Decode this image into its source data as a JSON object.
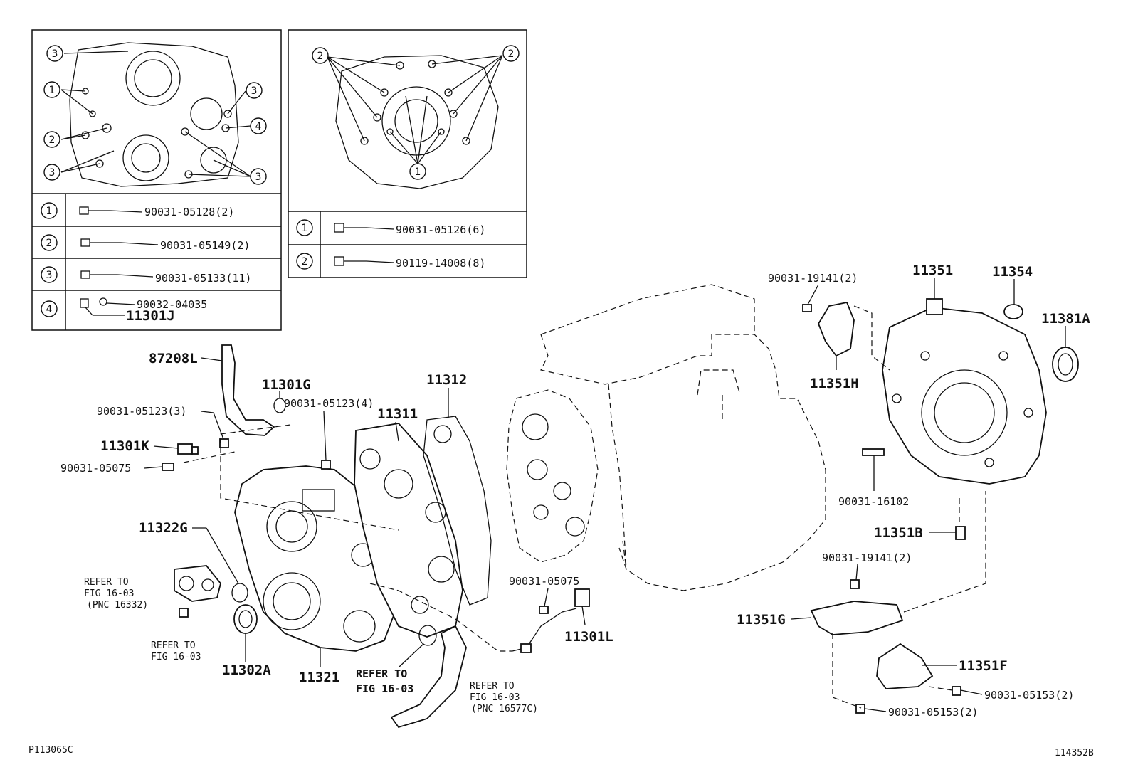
{
  "inset_left": {
    "rows": [
      {
        "num": "1",
        "part": "90031-05128(2)"
      },
      {
        "num": "2",
        "part": "90031-05149(2)"
      },
      {
        "num": "3",
        "part": "90031-05133(11)"
      },
      {
        "num": "4",
        "part": "90032-04035",
        "part2": "11301J"
      }
    ]
  },
  "inset_right": {
    "rows": [
      {
        "num": "1",
        "part": "90031-05126(6)"
      },
      {
        "num": "2",
        "part": "90119-14008(8)"
      }
    ]
  },
  "labels": {
    "p87208L": "87208L",
    "p11301G": "11301G",
    "p90031_05123_4": "90031-05123(4)",
    "p90031_05123_3": "90031-05123(3)",
    "p11301K": "11301K",
    "p90031_05075a": "90031-05075",
    "p11311": "11311",
    "p11312": "11312",
    "p11322G": "11322G",
    "refer1_a": "REFER TO",
    "refer1_b": "FIG 16-03",
    "refer1_c": "(PNC 16332)",
    "refer2_a": "REFER TO",
    "refer2_b": "FIG 16-03",
    "p11302A": "11302A",
    "p11321": "11321",
    "refer3_a": "REFER TO",
    "refer3_b": "FIG 16-03",
    "refer4_a": "REFER TO",
    "refer4_b": "FIG 16-03",
    "refer4_c": "(PNC 16577C)",
    "p90031_05075b": "90031-05075",
    "p11301L": "11301L",
    "p90031_19141a": "90031-19141(2)",
    "p11351": "11351",
    "p11354": "11354",
    "p11381A": "11381A",
    "p11351H": "11351H",
    "p90031_16102": "90031-16102",
    "p11351B": "11351B",
    "p90031_19141b": "90031-19141(2)",
    "p11351G": "11351G",
    "p11351F": "11351F",
    "p90031_05153a": "90031-05153(2)",
    "p90031_05153b": "90031-05153(2)",
    "code_left": "P113065C",
    "code_right": "114352B"
  },
  "callout_numbers": {
    "left_inset": [
      "3",
      "1",
      "2",
      "3",
      "3",
      "4",
      "3"
    ],
    "right_inset": [
      "2",
      "2",
      "1"
    ]
  }
}
